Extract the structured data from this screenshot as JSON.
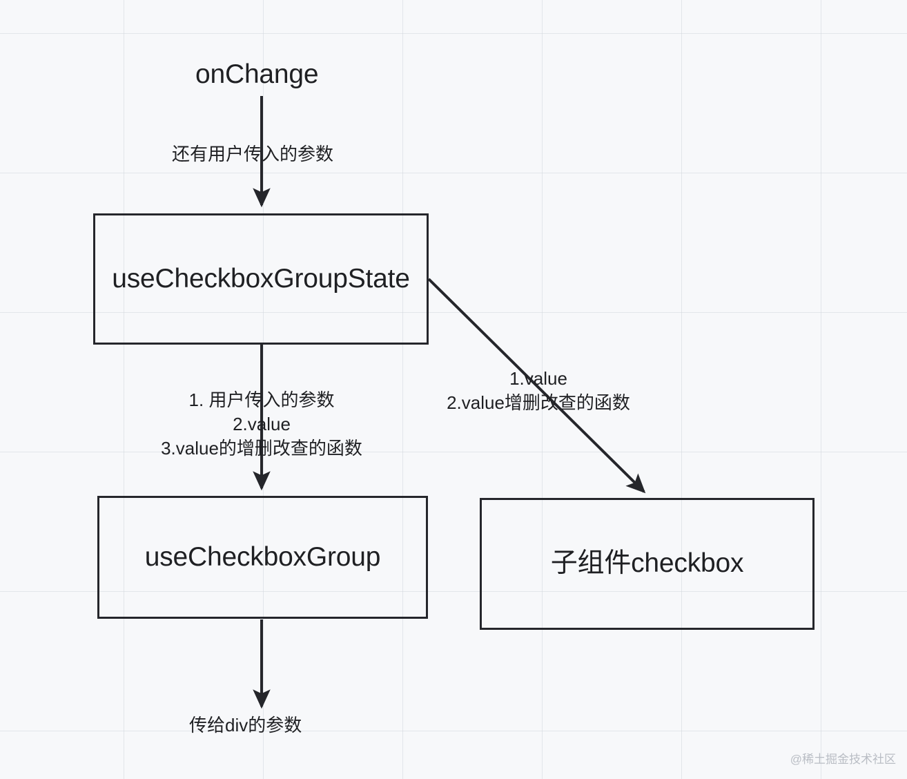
{
  "diagram": {
    "title_node": {
      "text": "onChange"
    },
    "nodes": [
      {
        "id": "use-checkbox-group-state",
        "label": "useCheckboxGroupState"
      },
      {
        "id": "use-checkbox-group",
        "label": "useCheckboxGroup"
      },
      {
        "id": "child-component-checkbox",
        "label": "子组件checkbox"
      }
    ],
    "edge_labels": {
      "onchange_to_state": "还有用户传入的参数",
      "state_to_group": [
        "1. 用户传入的参数",
        "2.value",
        "3.value的增删改查的函数"
      ],
      "state_to_checkbox": [
        "1.value",
        "2.value增删改查的函数"
      ],
      "group_to_div": "传给div的参数"
    },
    "watermark": "@稀土掘金技术社区",
    "colors": {
      "background": "#f7f8fa",
      "grid_line": "#d2d6dc",
      "stroke": "#25262b",
      "text": "#1f2023",
      "watermark": "#b9bdc4"
    }
  }
}
